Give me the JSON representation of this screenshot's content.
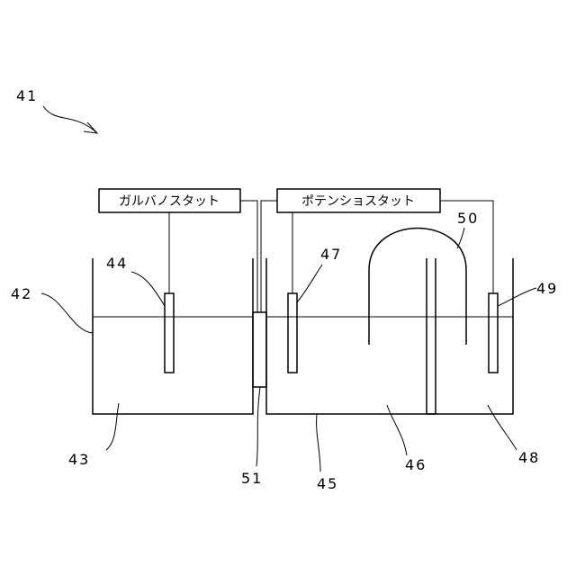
{
  "labels": {
    "galvanostat": "ガルバノスタット",
    "potentiostat": "ポテンショスタット"
  },
  "refs": {
    "r41": "41",
    "r42": "42",
    "r43": "43",
    "r44": "44",
    "r45": "45",
    "r46": "46",
    "r47": "47",
    "r48": "48",
    "r49": "49",
    "r50": "50",
    "r51": "51"
  }
}
